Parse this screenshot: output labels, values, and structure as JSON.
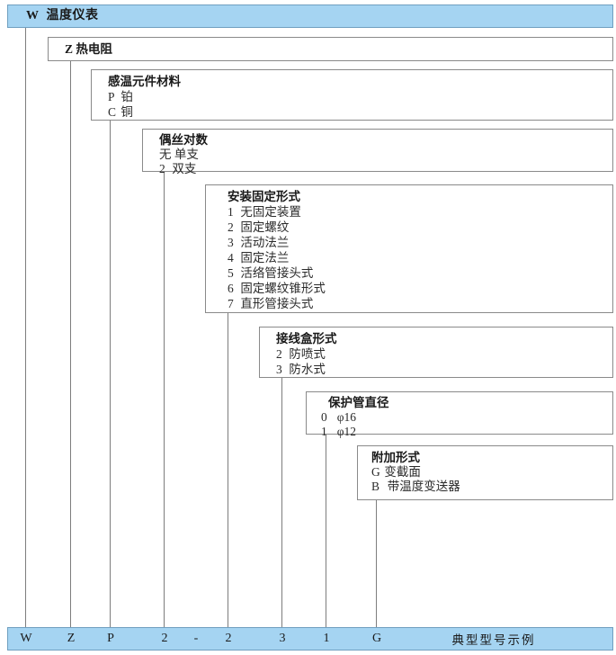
{
  "diagram": {
    "title_bar": {
      "code": "W",
      "label": "温度仪表"
    },
    "levels": [
      {
        "id": "instrument-type",
        "title": "Z  热电阻",
        "options": []
      },
      {
        "id": "sensing-element-material",
        "title": "感温元件材料",
        "options": [
          {
            "code": "P",
            "text": "铂"
          },
          {
            "code": "C",
            "text": "铜"
          }
        ]
      },
      {
        "id": "wire-pair-count",
        "title": "偶丝对数",
        "options": [
          {
            "code": "无",
            "text": "单支"
          },
          {
            "code": "2",
            "text": "双支"
          }
        ]
      },
      {
        "id": "mounting-fixing-type",
        "title": "安装固定形式",
        "options": [
          {
            "code": "1",
            "text": "无固定装置"
          },
          {
            "code": "2",
            "text": "固定螺纹"
          },
          {
            "code": "3",
            "text": "活动法兰"
          },
          {
            "code": "4",
            "text": "固定法兰"
          },
          {
            "code": "5",
            "text": "活络管接头式"
          },
          {
            "code": "6",
            "text": "固定螺纹锥形式"
          },
          {
            "code": "7",
            "text": "直形管接头式"
          }
        ]
      },
      {
        "id": "junction-box-type",
        "title": "接线盒形式",
        "options": [
          {
            "code": "2",
            "text": "防喷式"
          },
          {
            "code": "3",
            "text": "防水式"
          }
        ]
      },
      {
        "id": "protection-tube-diameter",
        "title": "保护管直径",
        "options": [
          {
            "code": "0",
            "text": "φ16"
          },
          {
            "code": "1",
            "text": "φ12"
          }
        ]
      },
      {
        "id": "additional-form",
        "title": "附加形式",
        "options": [
          {
            "code": "G",
            "text": "变截面"
          },
          {
            "code": "B",
            "text": "带温度变送器"
          }
        ]
      }
    ],
    "legend": {
      "codes": [
        "W",
        "Z",
        "P",
        "2",
        "-",
        "2",
        "3",
        "1",
        "G"
      ],
      "note": "典型型号示例"
    },
    "colors": {
      "accent": "#a5d4f2",
      "accent_border": "#6f9fc0",
      "box_border": "#8a8a8a",
      "line": "#7d7d7d"
    }
  }
}
